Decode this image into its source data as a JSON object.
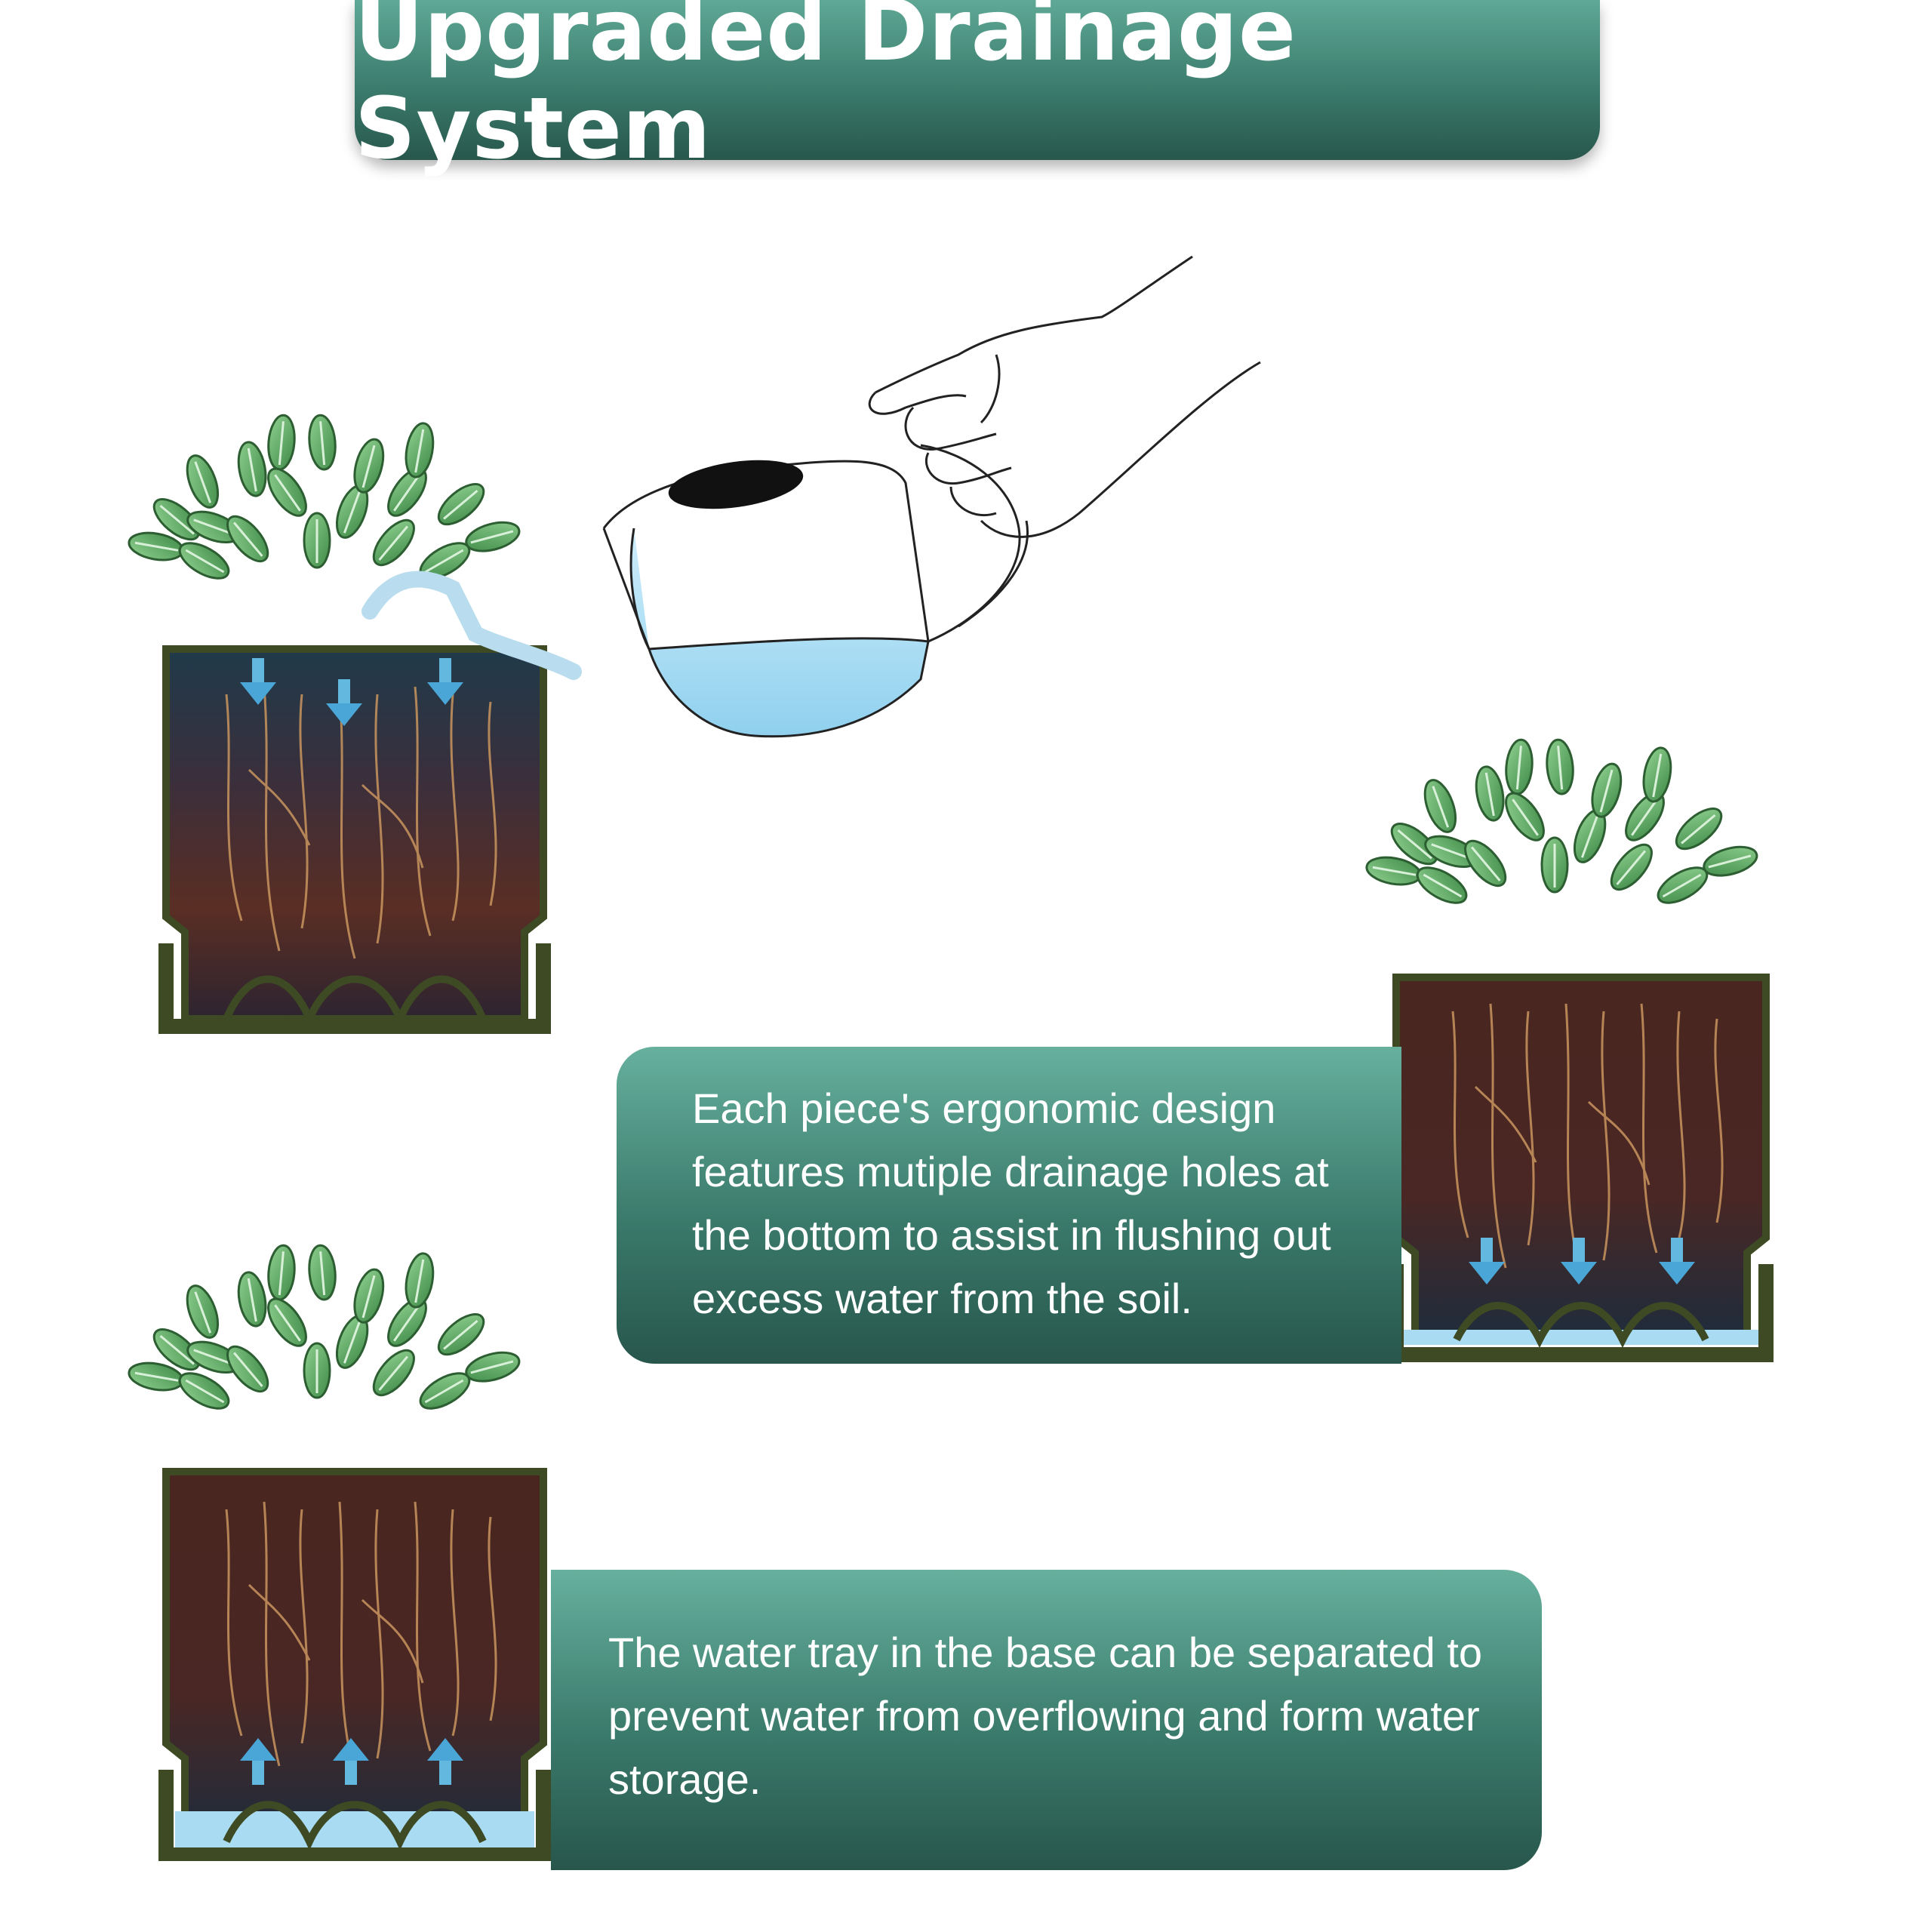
{
  "header": {
    "title": "Upgraded Drainage System"
  },
  "callouts": [
    {
      "text": "Each piece's ergonomic design features mutiple drainage holes at the bottom to assist in flushing out excess water from the soil."
    },
    {
      "text": "The water tray in the base can be separated to prevent water from overflowing and form water storage."
    }
  ],
  "colors": {
    "teal_light": "#67b09e",
    "teal_dark": "#28564c",
    "leaf": "#5aa45e",
    "soil": "#4a2a22",
    "water": "#a9dcf2",
    "pot_rim": "#3d4a24"
  },
  "icons": [
    "hand-icon",
    "watering-can-icon",
    "plant-pot-icon",
    "arrow-down-icon",
    "arrow-up-icon"
  ]
}
